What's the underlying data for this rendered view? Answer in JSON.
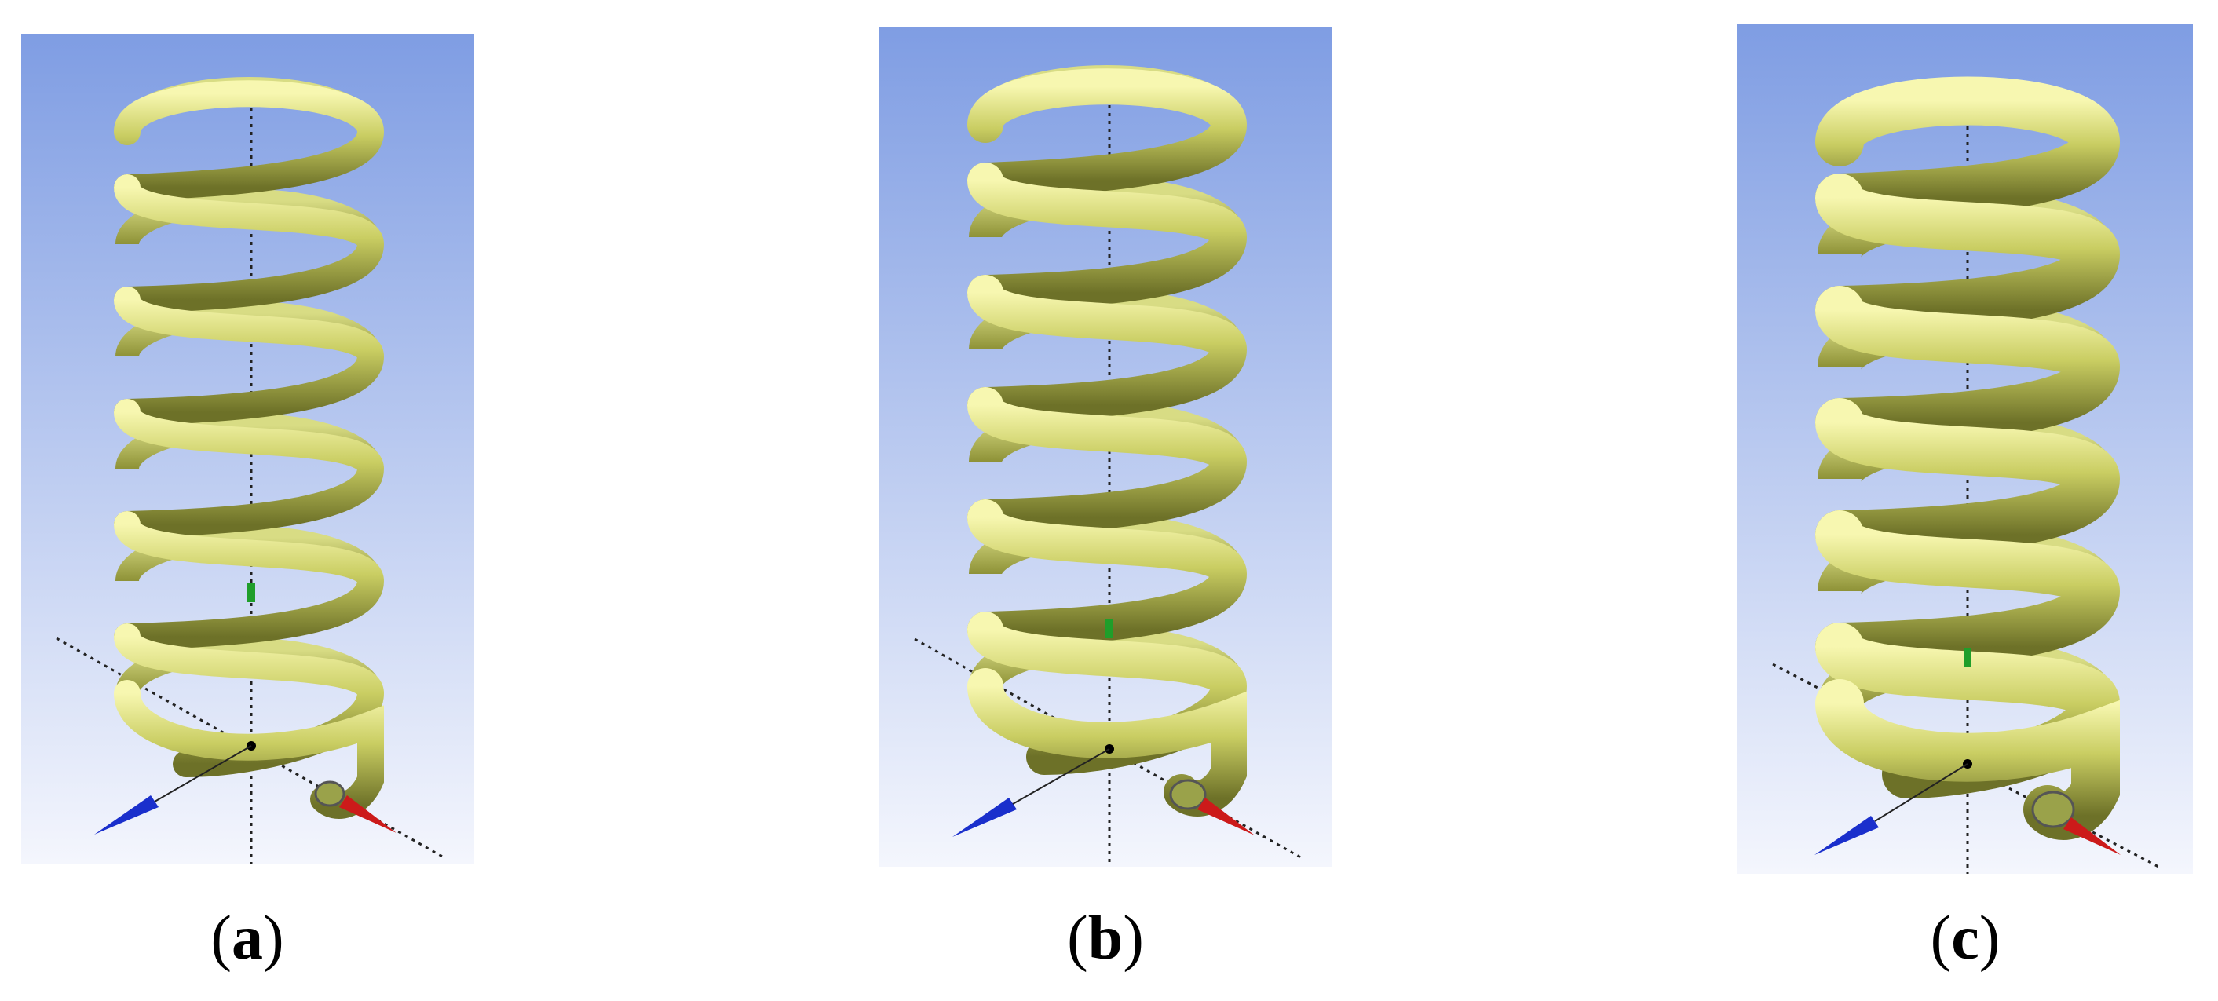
{
  "figure": {
    "panels": [
      {
        "id": "a",
        "label_open": "(",
        "letter": "a",
        "label_close": ")",
        "wire": "thin"
      },
      {
        "id": "b",
        "label_open": "(",
        "letter": "b",
        "label_close": ")",
        "wire": "medium"
      },
      {
        "id": "c",
        "label_open": "(",
        "letter": "c",
        "label_close": ")",
        "wire": "thick"
      }
    ],
    "colors": {
      "background_top": "#7f9de3",
      "background_bottom": "#f4f6fd",
      "spring_highlight": "#f7f7b0",
      "spring_mid": "#c9cd62",
      "spring_shadow": "#6d7128",
      "axis_x": "#cc1a1a",
      "axis_z": "#1a2fcc",
      "axis_y": "#1f9e2a"
    }
  }
}
